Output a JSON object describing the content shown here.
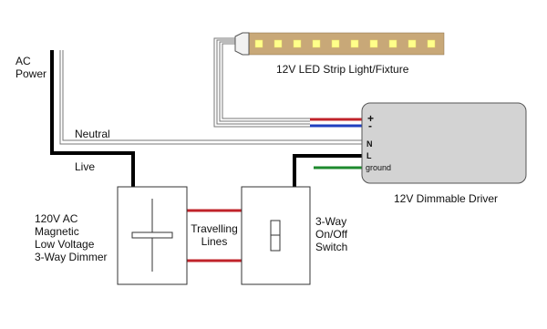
{
  "labels": {
    "ac_power_line1": "AC",
    "ac_power_line2": "Power",
    "neutral": "Neutral",
    "live": "Live",
    "led_strip": "12V LED Strip Light/Fixture",
    "driver_plus": "+",
    "driver_minus": "-",
    "driver_n": "N",
    "driver_l": "L",
    "driver_ground": "ground",
    "driver_name": "12V Dimmable Driver",
    "dimmer_line1": "120V AC",
    "dimmer_line2": "Magnetic",
    "dimmer_line3": "Low Voltage",
    "dimmer_line4": "3-Way Dimmer",
    "travelling_line1": "Travelling",
    "travelling_line2": "Lines",
    "switch_line1": "3-Way",
    "switch_line2": "On/Off",
    "switch_line3": "Switch"
  },
  "colors": {
    "wire_black": "#000000",
    "wire_red": "#c0232a",
    "wire_blue": "#1f3fbf",
    "wire_green": "#1e8a2e",
    "wire_neutral": "#777777",
    "driver_fill": "#d3d3d3",
    "strip_fill": "#c8a878",
    "led_fill": "#ffff8a"
  },
  "led_count": 10
}
